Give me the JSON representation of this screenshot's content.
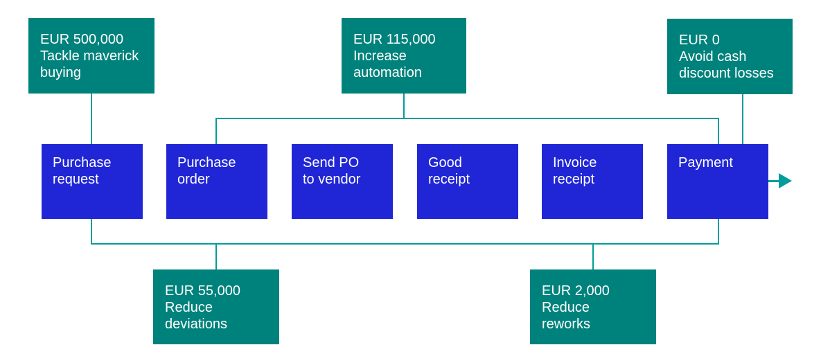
{
  "colors": {
    "benefit_box": "#00827c",
    "process_box": "#2026d6",
    "connector": "#009d9a",
    "text": "#ffffff",
    "background": "#ffffff"
  },
  "icons": {
    "flow_arrow_icon": "▶"
  },
  "benefits_top": [
    {
      "amount": "EUR 500,000",
      "label": "Tackle maverick\nbuying"
    },
    {
      "amount": "EUR 115,000",
      "label": "Increase\nautomation"
    },
    {
      "amount": "EUR 0",
      "label": "Avoid cash\ndiscount losses"
    }
  ],
  "benefits_bottom": [
    {
      "amount": "EUR 55,000",
      "label": "Reduce\ndeviations"
    },
    {
      "amount": "EUR 2,000",
      "label": "Reduce\nreworks"
    }
  ],
  "process_steps": [
    {
      "label": "Purchase\nrequest"
    },
    {
      "label": "Purchase\norder"
    },
    {
      "label": "Send PO\nto vendor"
    },
    {
      "label": "Good\nreceipt"
    },
    {
      "label": "Invoice\nreceipt"
    },
    {
      "label": "Payment"
    }
  ]
}
